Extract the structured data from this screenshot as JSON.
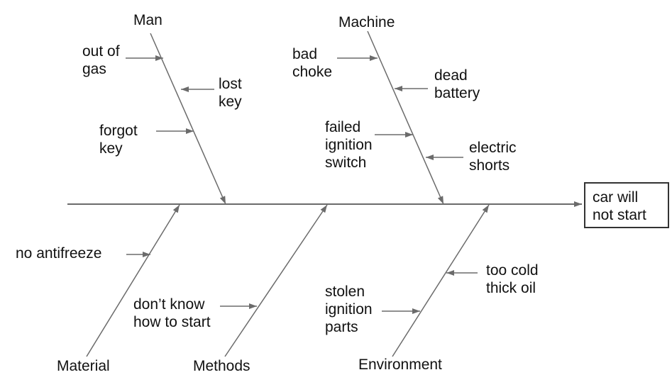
{
  "diagram_type": "fishbone cause-and-effect",
  "effect": {
    "label": "car will\nnot start"
  },
  "categories": [
    {
      "label": "Man",
      "side": "top"
    },
    {
      "label": "Machine",
      "side": "top"
    },
    {
      "label": "Material",
      "side": "bottom"
    },
    {
      "label": "Methods",
      "side": "bottom"
    },
    {
      "label": "Environment",
      "side": "bottom"
    }
  ],
  "causes": {
    "out_of_gas": "out of\ngas",
    "lost_key": "lost\nkey",
    "forgot_key": "forgot\nkey",
    "bad_choke": "bad\nchoke",
    "dead_battery": "dead\nbattery",
    "failed_ignition_switch": "failed\nignition\nswitch",
    "electric_shorts": "electric\nshorts",
    "no_antifreeze": "no antifreeze",
    "dont_know_how_to_start": "don’t know\nhow to start",
    "too_cold_thick_oil": "too cold\nthick oil",
    "stolen_ignition_parts": "stolen\nignition\nparts"
  },
  "colors": {
    "line": "#6b6b6b",
    "text": "#111111",
    "box_border": "#333333",
    "background": "#ffffff"
  }
}
